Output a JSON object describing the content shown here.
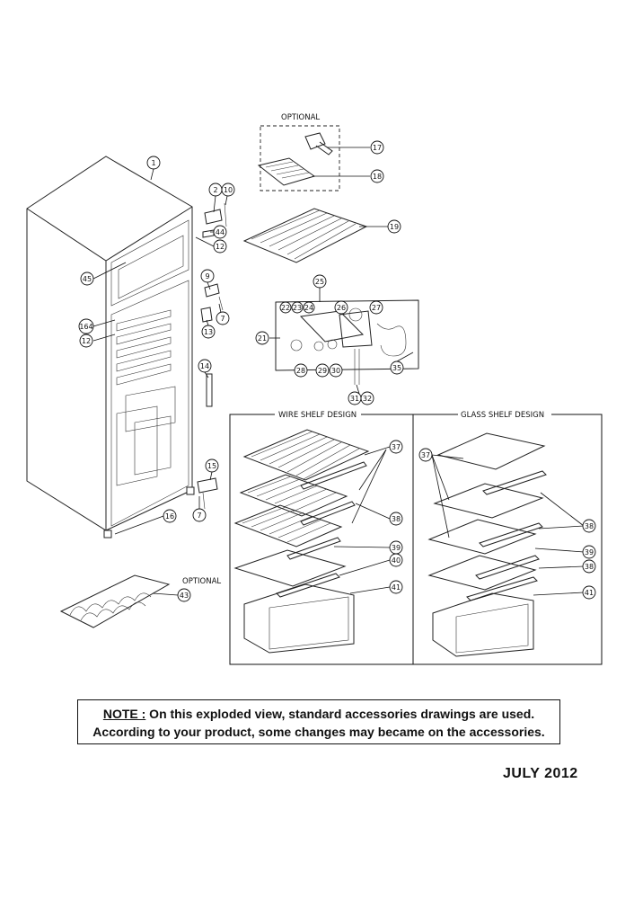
{
  "labels": {
    "optional_top": "OPTIONAL",
    "optional_bottom": "OPTIONAL",
    "wire_shelf_design": "WIRE SHELF DESIGN",
    "glass_shelf_design": "GLASS SHELF DESIGN"
  },
  "callouts": [
    "1",
    "2",
    "10",
    "44",
    "12",
    "45",
    "9",
    "7",
    "13",
    "164",
    "12",
    "14",
    "15",
    "16",
    "7",
    "17",
    "18",
    "19",
    "25",
    "22",
    "23",
    "24",
    "26",
    "27",
    "21",
    "28",
    "29",
    "30",
    "35",
    "31",
    "32",
    "37",
    "38",
    "39",
    "40",
    "41",
    "37",
    "38",
    "39",
    "38",
    "41",
    "43"
  ],
  "note": {
    "prefix": "NOTE :",
    "line1": " On this exploded view, standard accessories drawings are used.",
    "line2": "According to your product, some changes may became on the accessories."
  },
  "date": "JULY 2012"
}
